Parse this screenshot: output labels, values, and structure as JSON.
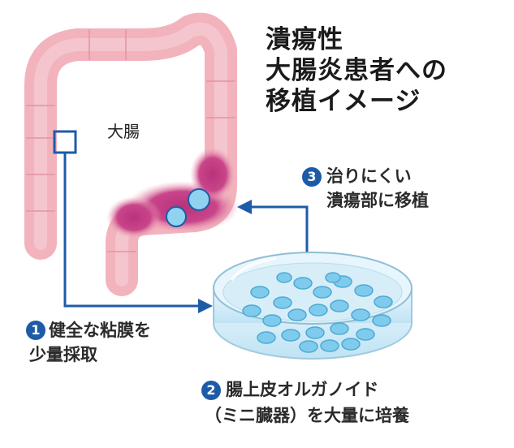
{
  "title_lines": [
    "潰瘍性",
    "大腸炎患者への",
    "移植イメージ"
  ],
  "organ_label": "大腸",
  "steps": [
    {
      "number": "1",
      "lines": [
        "健全な粘膜を",
        "少量採取"
      ]
    },
    {
      "number": "2",
      "lines": [
        "腸上皮オルガノイド",
        "（ミニ臓器）を大量に培養"
      ]
    },
    {
      "number": "3",
      "lines": [
        "治りにくい",
        "潰瘍部に移植"
      ]
    }
  ],
  "colors": {
    "intestine": "#f2b3bd",
    "inflamed": "#c2407f",
    "arrow": "#1d5ba8",
    "organoid": "#7fcbed",
    "dish": "#cfeaf7"
  }
}
